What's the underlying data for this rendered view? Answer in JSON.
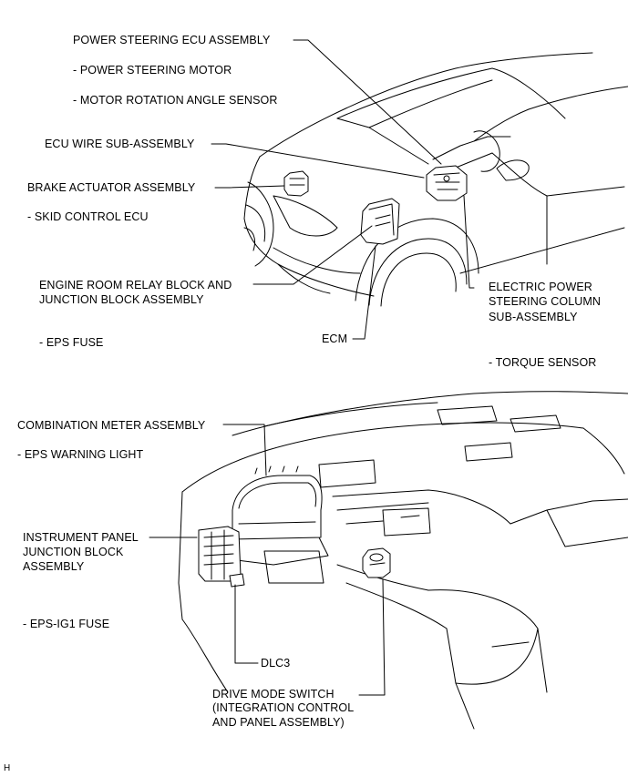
{
  "labels": {
    "ps_ecu": "POWER STEERING ECU ASSEMBLY",
    "ps_motor": "- POWER STEERING MOTOR",
    "motor_angle": "- MOTOR ROTATION ANGLE SENSOR",
    "ecu_wire": "ECU WIRE SUB-ASSEMBLY",
    "brake_act": "BRAKE ACTUATOR ASSEMBLY",
    "skid_ecu": "- SKID CONTROL ECU",
    "er_relay_1": "ENGINE ROOM RELAY BLOCK AND",
    "er_relay_2": "JUNCTION BLOCK ASSEMBLY",
    "eps_fuse": "- EPS FUSE",
    "ecm": "ECM",
    "eps_col_1": "ELECTRIC POWER",
    "eps_col_2": "STEERING COLUMN",
    "eps_col_3": "SUB-ASSEMBLY",
    "torque": "- TORQUE SENSOR",
    "combo_meter": "COMBINATION METER ASSEMBLY",
    "eps_warn": "- EPS WARNING LIGHT",
    "ipjb_1": "INSTRUMENT PANEL",
    "ipjb_2": "JUNCTION BLOCK",
    "ipjb_3": "ASSEMBLY",
    "eps_ig1": "- EPS-IG1 FUSE",
    "dlc3": "DLC3",
    "drive_1": "DRIVE MODE SWITCH",
    "drive_2": "(INTEGRATION CONTROL",
    "drive_3": "AND PANEL ASSEMBLY)"
  },
  "corner_mark": "H"
}
